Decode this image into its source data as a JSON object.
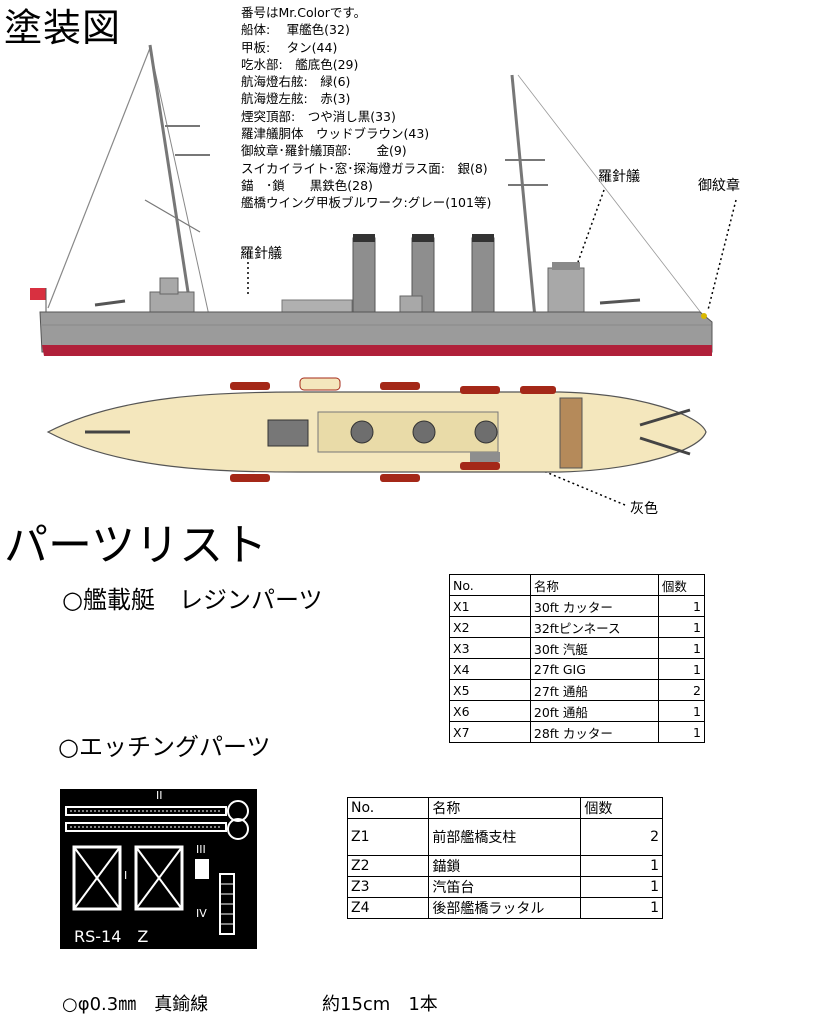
{
  "page_title": "塗装図",
  "colors": {
    "header": "番号はMr.Colorです。",
    "rows": [
      "船体:　 軍艦色(32)",
      "甲板:　 タン(44)",
      "吃水部:　艦底色(29)",
      "航海燈右舷:　緑(6)",
      "航海燈左舷:　赤(3)",
      "煙突頂部:　つや消し黒(33)",
      "羅津艤胴体　ウッドブラウン(43)",
      "御紋章･羅針艤頂部:　　金(9)",
      "スイカイライト･窓･探海燈ガラス面:　銀(8)",
      "錨　･鎖　　黒鉄色(28)",
      "艦橋ウイング甲板ブルワーク:グレー(101等)"
    ]
  },
  "callouts": {
    "compass_left": "羅針艤",
    "compass_right": "羅針艤",
    "crest": "御紋章",
    "gray": "灰色"
  },
  "parts_title": "パーツリスト",
  "resin": {
    "title": "○艦載艇　レジンパーツ",
    "headers": [
      "No.",
      "名称",
      "個数"
    ],
    "rows": [
      [
        "X1",
        "30ft カッター",
        "1"
      ],
      [
        "X2",
        "32ftピンネース",
        "1"
      ],
      [
        "X3",
        "30ft 汽艇",
        "1"
      ],
      [
        "X4",
        "27ft GIG",
        "1"
      ],
      [
        "X5",
        "27ft 通船",
        "2"
      ],
      [
        "X6",
        "20ft 通船",
        "1"
      ],
      [
        "X7",
        "28ft カッター",
        "1"
      ]
    ]
  },
  "etching": {
    "title": "○エッチングパーツ",
    "plate_label": "RS-14　Z",
    "plate_marks": [
      "II",
      "I",
      "III",
      "IV"
    ],
    "headers": [
      "No.",
      "名称",
      "個数"
    ],
    "rows": [
      [
        "Z1",
        "前部艦橋支柱",
        "2"
      ],
      [
        "Z2",
        "錨鎖",
        "1"
      ],
      [
        "Z3",
        "汽笛台",
        "1"
      ],
      [
        "Z4",
        "後部艦橋ラッタル",
        "1"
      ]
    ]
  },
  "wire": {
    "label": "○φ0.3㎜　真鍮線",
    "amount": "約15cm　1本"
  },
  "palette": {
    "hull_gray": "#9b9b9b",
    "deck_tan": "#f4e7bd",
    "waterline": "#b0203a",
    "boat_red": "#a42818",
    "funnel_gray": "#8e8e8e"
  }
}
